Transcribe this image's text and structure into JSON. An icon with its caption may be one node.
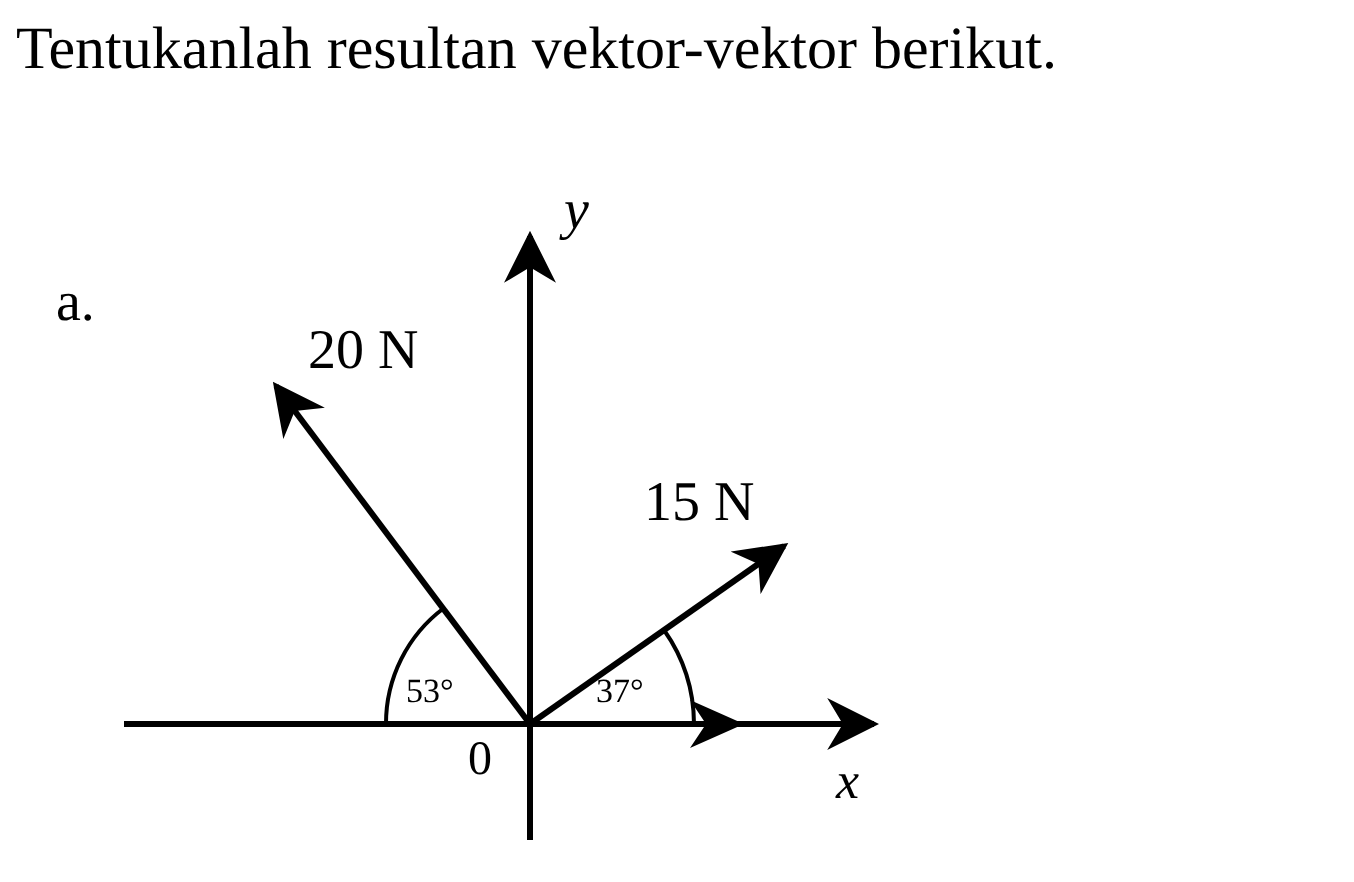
{
  "diagram": {
    "title": "Tentukanlah resultan vektor-vektor berikut.",
    "labels": [
      "a.",
      "20 N",
      "y",
      "15 N",
      "53°",
      "37°",
      "0",
      "x"
    ]
  }
}
